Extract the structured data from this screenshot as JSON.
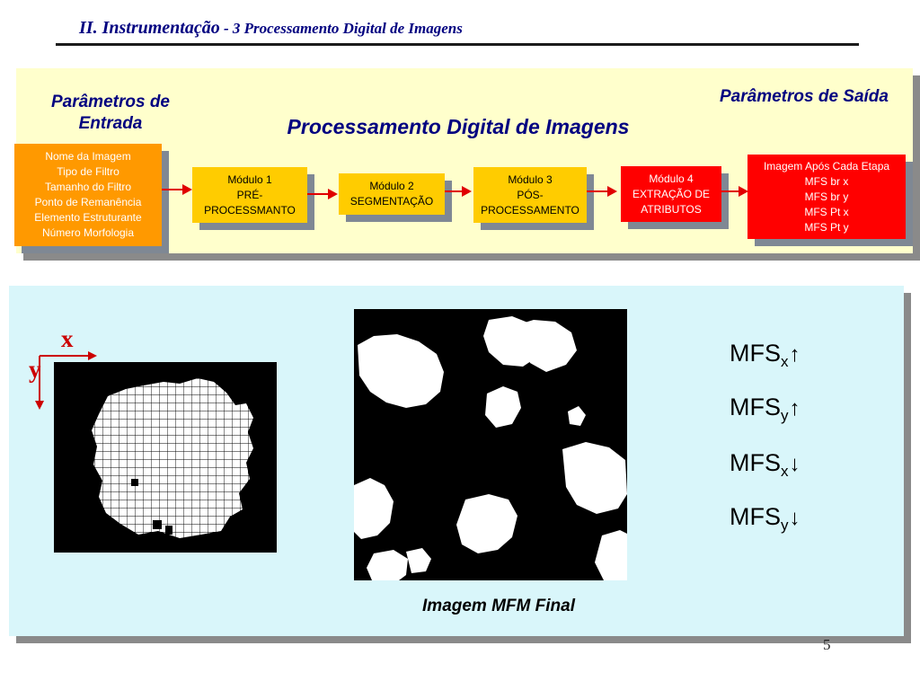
{
  "header": {
    "title_main": "II. Instrumentação",
    "title_sub": " - 3 Processamento Digital de Imagens"
  },
  "diagram": {
    "input_title": "Parâmetros de Entrada",
    "process_title": "Processamento  Digital de Imagens",
    "output_title": "Parâmetros de Saída",
    "input_box_lines": [
      "Nome da Imagem",
      "Tipo de Filtro",
      "Tamanho do Filtro",
      "Ponto de Remanência",
      "Elemento Estruturante",
      "Número Morfologia"
    ],
    "modules": [
      {
        "lines": [
          "Módulo 1",
          "PRÉ-",
          "PROCESSMANTO"
        ],
        "color": "#ffcc00"
      },
      {
        "lines": [
          "Módulo 2",
          "SEGMENTAÇÃO"
        ],
        "color": "#ffcc00"
      },
      {
        "lines": [
          "Módulo 3",
          "PÓS-",
          "PROCESSAMENTO"
        ],
        "color": "#ffcc00"
      },
      {
        "lines": [
          "Módulo 4",
          "EXTRAÇÃO DE",
          "ATRIBUTOS"
        ],
        "color": "#ff0000"
      }
    ],
    "output_box_lines": [
      "Imagem Após Cada Etapa",
      "MFS br x",
      "MFS br y",
      "MFS Pt x",
      "MFS Pt y"
    ],
    "arrow_color": "#e00000"
  },
  "figure": {
    "axis_x_label": "x",
    "axis_y_label": "y",
    "caption": "Imagem MFM Final",
    "mfs_items": [
      {
        "base": "MFS",
        "sub": "x",
        "arrow": "↑"
      },
      {
        "base": "MFS",
        "sub": "y",
        "arrow": "↑"
      },
      {
        "base": "MFS",
        "sub": "x",
        "arrow": "↓"
      },
      {
        "base": "MFS",
        "sub": "y",
        "arrow": "↓"
      }
    ]
  },
  "page_number": "5"
}
